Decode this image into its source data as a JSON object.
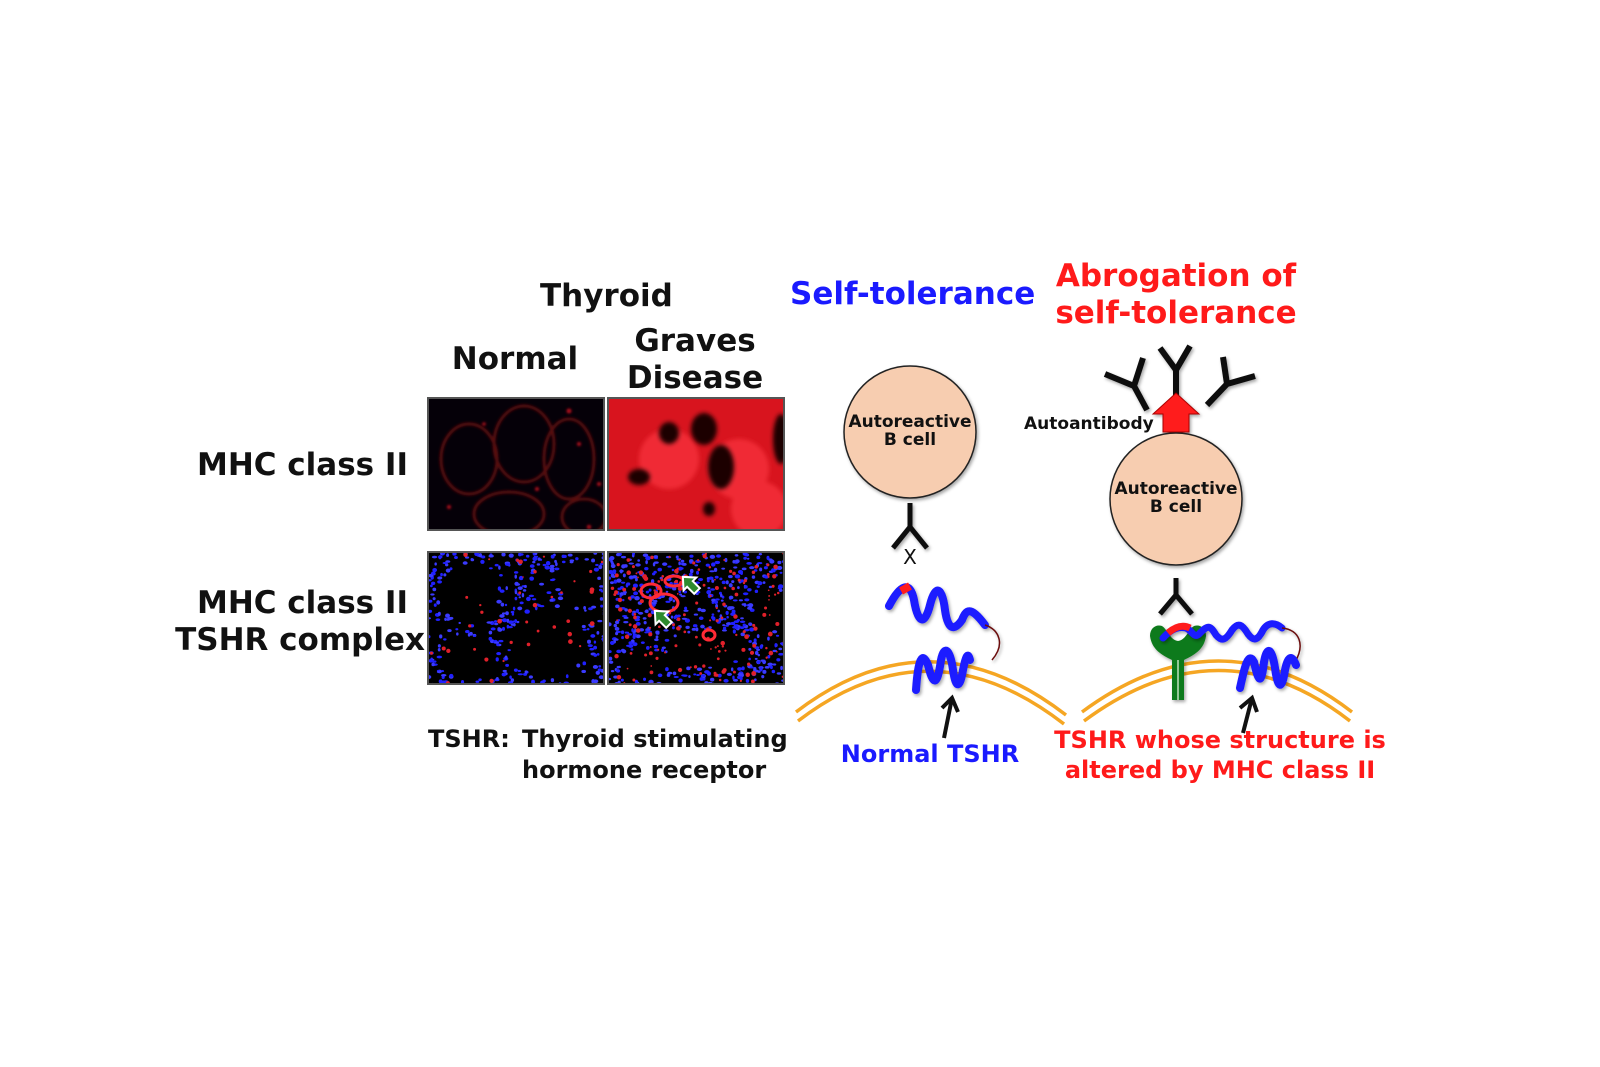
{
  "left_figure": {
    "title": "Thyroid",
    "columns": [
      "Normal",
      "Graves\nDisease"
    ],
    "column_normal": "Normal",
    "column_graves_line1": "Graves",
    "column_graves_line2": "Disease",
    "rows": {
      "row1": "MHC class II",
      "row2_line1": "MHC class II",
      "row2_line2": "TSHR complex"
    },
    "panels": [
      {
        "row": "MHC class II",
        "column": "Normal",
        "stain": "red",
        "intensity": "weak"
      },
      {
        "row": "MHC class II",
        "column": "Graves Disease",
        "stain": "red",
        "intensity": "strong"
      },
      {
        "row": "MHC class II TSHR complex",
        "column": "Normal",
        "stain": "red+blue",
        "arrows": 0
      },
      {
        "row": "MHC class II TSHR complex",
        "column": "Graves Disease",
        "stain": "red+blue",
        "arrows": 2
      }
    ],
    "footnote_abbr": "TSHR:",
    "footnote_line1": "Thyroid stimulating",
    "footnote_line2": "hormone receptor"
  },
  "self_tolerance": {
    "heading": "Self-tolerance",
    "cell_line1": "Autoreactive",
    "cell_line2": "B cell",
    "block_mark": "X",
    "receptor_label": "Normal TSHR"
  },
  "abrogation": {
    "heading_line1": "Abrogation of",
    "heading_line2": "self-tolerance",
    "autoantibody_label": "Autoantibody",
    "cell_line1": "Autoreactive",
    "cell_line2": "B cell",
    "receptor_label_line1": "TSHR whose structure is",
    "receptor_label_line2": "altered by MHC class II"
  },
  "colors": {
    "blue": "#1a1aff",
    "red": "#ff1a1a",
    "cell_fill": "#f7cdb0",
    "membrane": "#f5a623",
    "mhc_green": "#0f7a1a",
    "text": "#111111"
  }
}
